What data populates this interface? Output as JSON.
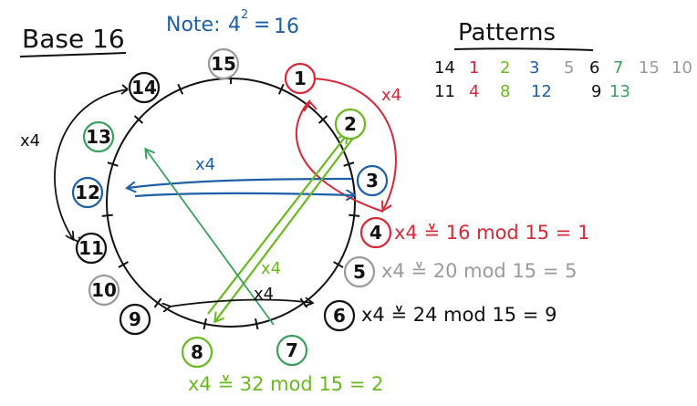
{
  "title": "Base 16",
  "note": {
    "prefix": "Note:",
    "base": "4",
    "exponent": "2",
    "equals": "=",
    "result": "16"
  },
  "patterns": {
    "heading": "Patterns",
    "row1": [
      {
        "text": "14",
        "color": "#111111"
      },
      {
        "text": "1",
        "color": "#d62839"
      },
      {
        "text": "2",
        "color": "#6ab820"
      },
      {
        "text": "3",
        "color": "#1f5fa8"
      },
      {
        "text": "5",
        "color": "#9a9a9a"
      },
      {
        "text": "6",
        "color": "#111111"
      },
      {
        "text": "7",
        "color": "#3aa060"
      },
      {
        "text": "15",
        "color": "#9a9a9a"
      },
      {
        "text": "10",
        "color": "#9a9a9a"
      }
    ],
    "row2": [
      {
        "text": "11",
        "color": "#111111"
      },
      {
        "text": "4",
        "color": "#d62839"
      },
      {
        "text": "8",
        "color": "#6ab820"
      },
      {
        "text": "12",
        "color": "#1f5fa8"
      },
      {
        "text": "9",
        "color": "#111111"
      },
      {
        "text": "13",
        "color": "#3aa060"
      }
    ]
  },
  "clock": {
    "numbers": [
      {
        "label": "15",
        "ring": "#9a9a9a"
      },
      {
        "label": "1",
        "ring": "#d62839"
      },
      {
        "label": "2",
        "ring": "#6ab820"
      },
      {
        "label": "3",
        "ring": "#1f5fa8"
      },
      {
        "label": "4",
        "ring": "#d62839"
      },
      {
        "label": "5",
        "ring": "#9a9a9a"
      },
      {
        "label": "6",
        "ring": "#111111"
      },
      {
        "label": "7",
        "ring": "#3aa060"
      },
      {
        "label": "8",
        "ring": "#6ab820"
      },
      {
        "label": "9",
        "ring": "#111111"
      },
      {
        "label": "10",
        "ring": "#9a9a9a"
      },
      {
        "label": "11",
        "ring": "#111111"
      },
      {
        "label": "12",
        "ring": "#1f5fa8"
      },
      {
        "label": "13",
        "ring": "#3aa060"
      },
      {
        "label": "14",
        "ring": "#111111"
      }
    ]
  },
  "arrow_labels": {
    "red": "x4",
    "black_left": "x4",
    "blue": "x4",
    "green": "x4",
    "black_bottom": "x4"
  },
  "equations": {
    "eq4": {
      "text": "x4 ≚ 16 mod 15 = 1",
      "color": "#d62839"
    },
    "eq5": {
      "text": "x4 ≚ 20 mod 15 = 5",
      "color": "#9a9a9a"
    },
    "eq6": {
      "text": "x4 ≚ 24 mod 15 = 9",
      "color": "#111111"
    },
    "eq8": {
      "text": "x4 ≚ 32 mod 15 = 2",
      "color": "#6ab820"
    }
  },
  "colors": {
    "red": "#d62839",
    "green": "#6ab820",
    "blue": "#1f5fa8",
    "teal": "#3aa060",
    "gray": "#9a9a9a",
    "black": "#111111"
  }
}
